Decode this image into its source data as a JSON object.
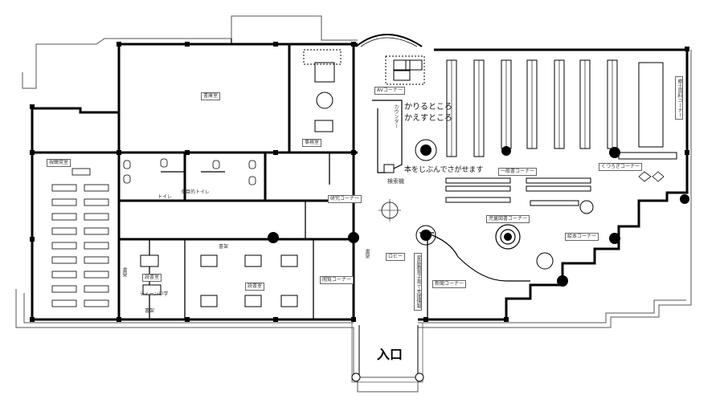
{
  "rooms": {
    "library_stack": "書庫室",
    "office": "事務室",
    "assembly_room": "視聴覚室",
    "toilet": "トイレ",
    "multi_toilet": "多目的トイレ",
    "reading_room": "読書室",
    "reading_room_main": "読書室",
    "teen_corner": "ティーン中学",
    "lobby": "ロビー"
  },
  "corners": {
    "av_corner": "AVコーナー",
    "counter": "カウンター",
    "search_terminal": "検索機",
    "general_books": "一般書コーナー",
    "kids_books": "児童図書コーナー",
    "picture_books": "絵本コーナー",
    "relax_corner": "くつろぎコーナー",
    "study_corner": "研究コーナー",
    "reading_desk_corner": "閲覧コーナー",
    "newspaper_corner": "新聞コーナー",
    "reference_corner": "郷土資料コーナー",
    "vertical_shelf_note": "家庭教育子育て支援情報",
    "vertical_shelf": "書架",
    "shelf_label_1": "書架",
    "shelf_label_2": "書架",
    "shelf_label_3": "書架"
  },
  "callouts": {
    "borrow": "かりるところ",
    "return": "かえすところ",
    "search_self": "本をじぶんでさがせます"
  },
  "entrance": "入口",
  "colors": {
    "wall": "#000000",
    "line": "#555555",
    "marker": "#000000"
  }
}
